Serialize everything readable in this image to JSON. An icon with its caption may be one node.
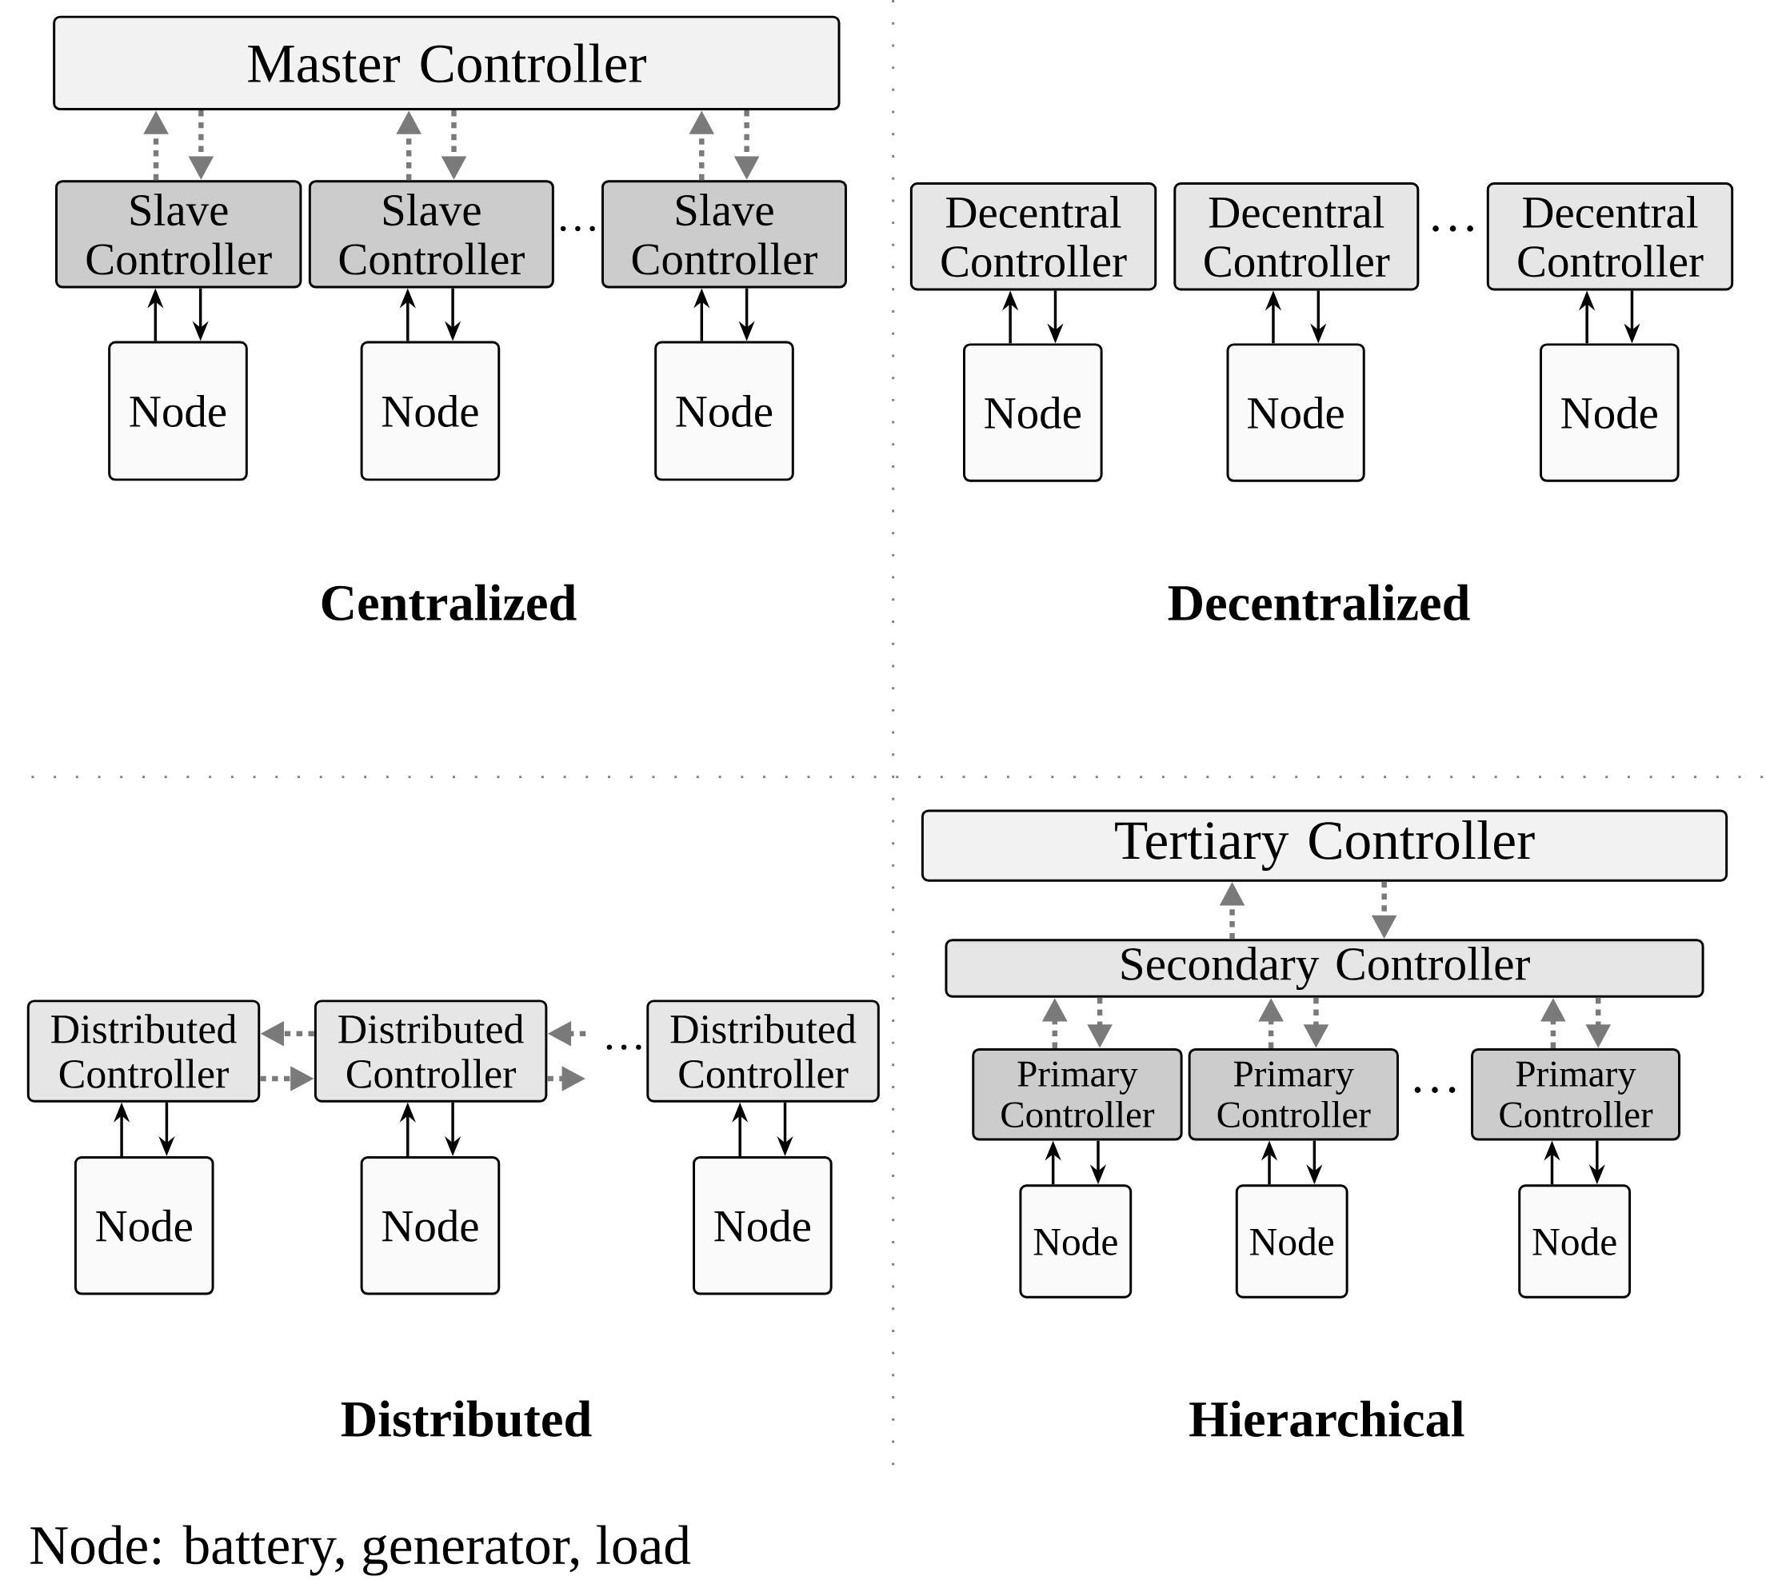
{
  "diagram": {
    "nodes": [
      {
        "text": [
          "Master Controller"
        ]
      },
      {
        "text": [
          "Slave Controller"
        ]
      },
      {
        "text": [
          "Slave Controller"
        ]
      },
      {
        "text": [
          "Slave Controller"
        ]
      },
      {
        "text": [
          "Node"
        ]
      },
      {
        "text": [
          "Node"
        ]
      },
      {
        "text": [
          "Node"
        ]
      },
      {
        "text": [
          "Decentral Controller"
        ]
      },
      {
        "text": [
          "Decentral Controller"
        ]
      },
      {
        "text": [
          "Decentral Controller"
        ]
      },
      {
        "text": [
          "Node"
        ]
      },
      {
        "text": [
          "Node"
        ]
      },
      {
        "text": [
          "Node"
        ]
      },
      {
        "text": [
          "Distributed Controller"
        ]
      },
      {
        "text": [
          "Distributed Controller"
        ]
      },
      {
        "text": [
          "Distributed Controller"
        ]
      },
      {
        "text": [
          "Node"
        ]
      },
      {
        "text": [
          "Node"
        ]
      },
      {
        "text": [
          "Node"
        ]
      },
      {
        "text": [
          "Tertiary Controller"
        ]
      },
      {
        "text": [
          "Secondary Controller"
        ]
      },
      {
        "text": [
          "Primary Controller"
        ]
      },
      {
        "text": [
          "Primary Controller"
        ]
      },
      {
        "text": [
          "Primary Controller"
        ]
      },
      {
        "text": [
          "Node"
        ]
      },
      {
        "text": [
          "Node"
        ]
      },
      {
        "text": [
          "Node"
        ]
      }
    ],
    "edges": [
      {
        "from": 1,
        "to": 0,
        "arrow": "to",
        "style": "dashed",
        "color": "#7a7a7a"
      },
      {
        "from": 0,
        "to": 1,
        "arrow": "to",
        "style": "dashed",
        "color": "#7a7a7a"
      },
      {
        "from": 2,
        "to": 0,
        "arrow": "to",
        "style": "dashed",
        "color": "#7a7a7a"
      },
      {
        "from": 0,
        "to": 2,
        "arrow": "to",
        "style": "dashed",
        "color": "#7a7a7a"
      },
      {
        "from": 3,
        "to": 0,
        "arrow": "to",
        "style": "dashed",
        "color": "#7a7a7a"
      },
      {
        "from": 0,
        "to": 3,
        "arrow": "to",
        "style": "dashed",
        "color": "#7a7a7a"
      },
      {
        "from": 4,
        "to": 1,
        "arrow": "to"
      },
      {
        "from": 1,
        "to": 4,
        "arrow": "to"
      },
      {
        "from": 5,
        "to": 2,
        "arrow": "to"
      },
      {
        "from": 2,
        "to": 5,
        "arrow": "to"
      },
      {
        "from": 6,
        "to": 3,
        "arrow": "to"
      },
      {
        "from": 3,
        "to": 6,
        "arrow": "to"
      },
      {
        "from": 10,
        "to": 7,
        "arrow": "to"
      },
      {
        "from": 7,
        "to": 10,
        "arrow": "to"
      },
      {
        "from": 11,
        "to": 8,
        "arrow": "to"
      },
      {
        "from": 8,
        "to": 11,
        "arrow": "to"
      },
      {
        "from": 12,
        "to": 9,
        "arrow": "to"
      },
      {
        "from": 9,
        "to": 12,
        "arrow": "to"
      },
      {
        "from": 14,
        "to": 13,
        "arrow": "to",
        "style": "dashed",
        "color": "#7a7a7a"
      },
      {
        "from": 13,
        "to": 14,
        "arrow": "to",
        "style": "dashed",
        "color": "#7a7a7a"
      },
      {
        "from": null,
        "to": 14,
        "arrow": "to",
        "style": "dashed",
        "color": "#7a7a7a"
      },
      {
        "from": 14,
        "to": null,
        "arrow": "to",
        "style": "dashed",
        "color": "#7a7a7a"
      },
      {
        "from": 16,
        "to": 13,
        "arrow": "to"
      },
      {
        "from": 13,
        "to": 16,
        "arrow": "to"
      },
      {
        "from": 17,
        "to": 14,
        "arrow": "to"
      },
      {
        "from": 14,
        "to": 17,
        "arrow": "to"
      },
      {
        "from": 18,
        "to": 15,
        "arrow": "to"
      },
      {
        "from": 15,
        "to": 18,
        "arrow": "to"
      },
      {
        "from": 20,
        "to": 19,
        "arrow": "to",
        "style": "dashed",
        "color": "#7a7a7a"
      },
      {
        "from": 19,
        "to": 20,
        "arrow": "to",
        "style": "dashed",
        "color": "#7a7a7a"
      },
      {
        "from": 21,
        "to": 20,
        "arrow": "to",
        "style": "dashed",
        "color": "#7a7a7a"
      },
      {
        "from": 20,
        "to": 21,
        "arrow": "to",
        "style": "dashed",
        "color": "#7a7a7a"
      },
      {
        "from": 22,
        "to": 20,
        "arrow": "to",
        "style": "dashed",
        "color": "#7a7a7a"
      },
      {
        "from": 20,
        "to": 22,
        "arrow": "to",
        "style": "dashed",
        "color": "#7a7a7a"
      },
      {
        "from": 23,
        "to": 20,
        "arrow": "to",
        "style": "dashed",
        "color": "#7a7a7a"
      },
      {
        "from": 20,
        "to": 23,
        "arrow": "to",
        "style": "dashed",
        "color": "#7a7a7a"
      },
      {
        "from": 24,
        "to": 21,
        "arrow": "to"
      },
      {
        "from": 21,
        "to": 24,
        "arrow": "to"
      },
      {
        "from": 25,
        "to": 22,
        "arrow": "to"
      },
      {
        "from": 22,
        "to": 25,
        "arrow": "to"
      },
      {
        "from": 26,
        "to": 23,
        "arrow": "to"
      },
      {
        "from": 23,
        "to": 26,
        "arrow": "to"
      }
    ],
    "labels": [
      "…",
      "…",
      "Centralized",
      "Decentralized",
      "…",
      "…",
      "Distributed",
      "Hierarchical",
      "Node: battery, generator, load"
    ]
  }
}
